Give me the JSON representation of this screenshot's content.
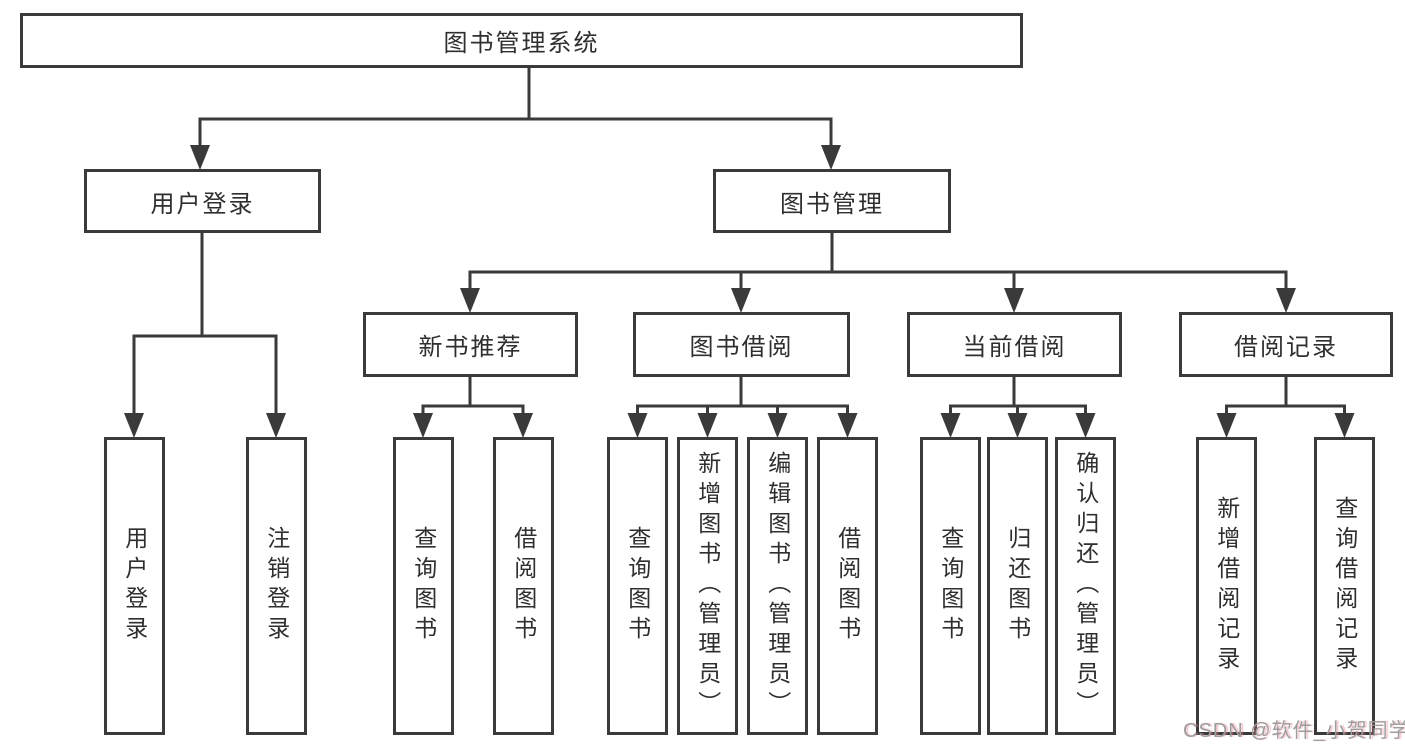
{
  "diagram": {
    "title": "图书管理系统",
    "root": {
      "label": "图书管理系统"
    },
    "level2": {
      "user_login": {
        "label": "用户登录"
      },
      "book_management": {
        "label": "图书管理"
      }
    },
    "level3": {
      "new_book": {
        "label": "新书推荐"
      },
      "book_borrow": {
        "label": "图书借阅"
      },
      "current_borrow": {
        "label": "当前借阅"
      },
      "borrow_records": {
        "label": "借阅记录"
      }
    },
    "leaves": {
      "user_login": [
        "用户登录",
        "注销登录"
      ],
      "new_book": [
        "查询图书",
        "借阅图书"
      ],
      "book_borrow": [
        "查询图书",
        "新增图书（管理员）",
        "编辑图书（管理员）",
        "借阅图书"
      ],
      "current_borrow": [
        "查询图书",
        "归还图书",
        "确认归还（管理员）"
      ],
      "borrow_records": [
        "新增借阅记录",
        "查询借阅记录"
      ]
    }
  },
  "watermark": "CSDN @软件_小贺同学",
  "colors": {
    "line": "#3a3a3a",
    "text": "#2f2f2f",
    "background": "#ffffff",
    "watermark": "#9d9d9d"
  }
}
